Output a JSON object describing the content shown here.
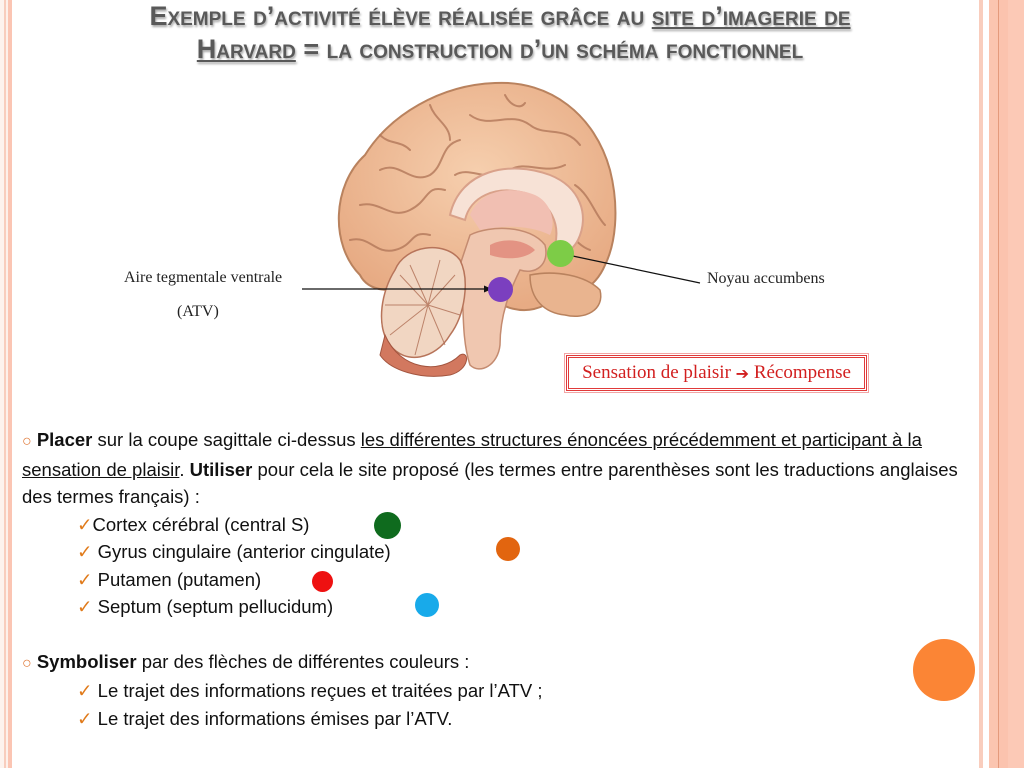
{
  "slide": {
    "title": {
      "part1": "Exemple d’activité élève réalisée grâce au ",
      "link1": "site d’imagerie de",
      "link2": "Harvard",
      "part2": " = la construction d’un schéma fonctionnel"
    },
    "figure": {
      "label_atv_line1": "Aire tegmentale ventrale",
      "label_atv_line2": "(ATV)",
      "label_accumbens": "Noyau accumbens",
      "box_left": "Sensation de plaisir",
      "box_arrow": "➔",
      "box_right": "Récompense",
      "marker_colors": {
        "atv": "#7b3fbf",
        "accumbens": "#7dcc47"
      }
    },
    "instructions": {
      "bullet_glyph": "○",
      "check_glyph": "✓",
      "item1": {
        "bold1": "Placer",
        "text1": " sur la coupe sagittale ci-dessus ",
        "underlined": "les différentes structures énoncées précédemment et participant à la sensation de plaisir",
        "text2": ". ",
        "bold2": "Utiliser",
        "text3": " pour cela le site proposé (les termes entre parenthèses sont les traductions anglaises des termes français) :"
      },
      "structures": [
        {
          "label": "Cortex cérébral (central S)",
          "color": "#0f6b1e"
        },
        {
          "label": " Gyrus cingulaire (anterior cingulate)",
          "color": "#e2650f"
        },
        {
          "label": " Putamen (putamen)",
          "color": "#ee1111"
        },
        {
          "label": " Septum (septum pellucidum)",
          "color": "#18aaea"
        }
      ],
      "item2": {
        "bold": "Symboliser",
        "text": " par des flèches de différentes couleurs :"
      },
      "paths": [
        " Le trajet des informations reçues et traitées par l’ATV ;",
        " Le trajet des informations émises par l’ATV."
      ]
    },
    "decor": {
      "accent_circle_color": "#fb8535"
    }
  }
}
